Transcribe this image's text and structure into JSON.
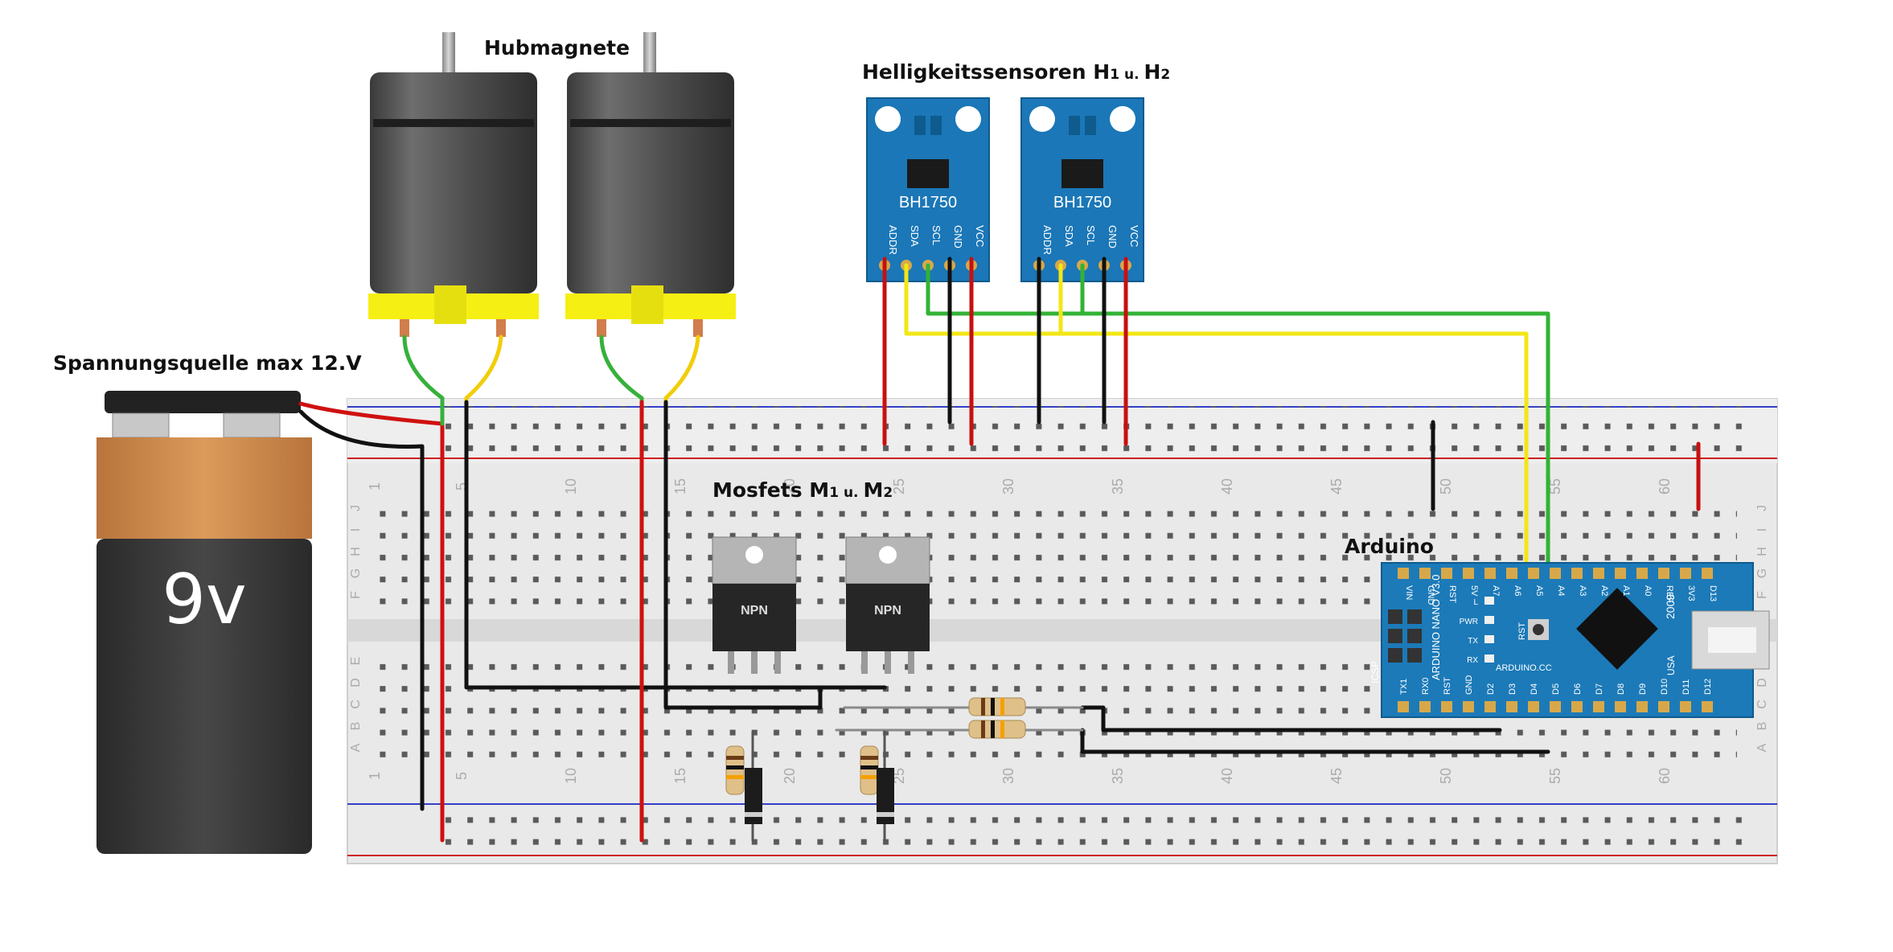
{
  "labels": {
    "power_source": "Spannungsquelle max 12.V",
    "solenoids": "Hubmagnete",
    "sensors_main": "Helligkeitssensoren H",
    "sensors_sub1": "1",
    "sensors_and": " u. ",
    "sensors_h2": "H",
    "sensors_sub2": "2",
    "mosfets_main": "Mosfets M",
    "mosfets_sub1": "1",
    "mosfets_and": " u. ",
    "mosfets_m2": "M",
    "mosfets_sub2": "2",
    "arduino": "Arduino",
    "battery": "9v"
  },
  "sensor": {
    "chip": "BH1750",
    "pins": [
      "ADDR",
      "SDA",
      "SCL",
      "GND",
      "VCC"
    ]
  },
  "mosfet_label": "NPN",
  "breadboard": {
    "column_numbers": [
      "1",
      "5",
      "10",
      "15",
      "20",
      "25",
      "30",
      "35",
      "40",
      "45",
      "50",
      "55",
      "60"
    ],
    "row_letters_top": [
      "J",
      "I",
      "H",
      "G",
      "F"
    ],
    "row_letters_bottom": [
      "E",
      "D",
      "C",
      "B",
      "A"
    ]
  },
  "arduino_board": {
    "top_pins": [
      "D12",
      "D11",
      "D10",
      "D9",
      "D8",
      "D7",
      "D6",
      "D5",
      "D4",
      "D3",
      "D2",
      "GND",
      "RST",
      "RX0",
      "TX1"
    ],
    "top_pins_right": [
      "D13",
      "3V3",
      "REF",
      "A0",
      "A1",
      "A2",
      "A3",
      "A4",
      "A5",
      "A6",
      "A7",
      "5V",
      "RST",
      "GND",
      "VIN"
    ],
    "text_nano": "ARDUINO NANO V3.0",
    "text_icsp": "ICSP",
    "text_usa": "USA",
    "text_cc": "ARDUINO.CC",
    "text_2009": "2009",
    "leds": [
      "L",
      "PWR",
      "TX",
      "RX"
    ],
    "rst": "RST"
  }
}
